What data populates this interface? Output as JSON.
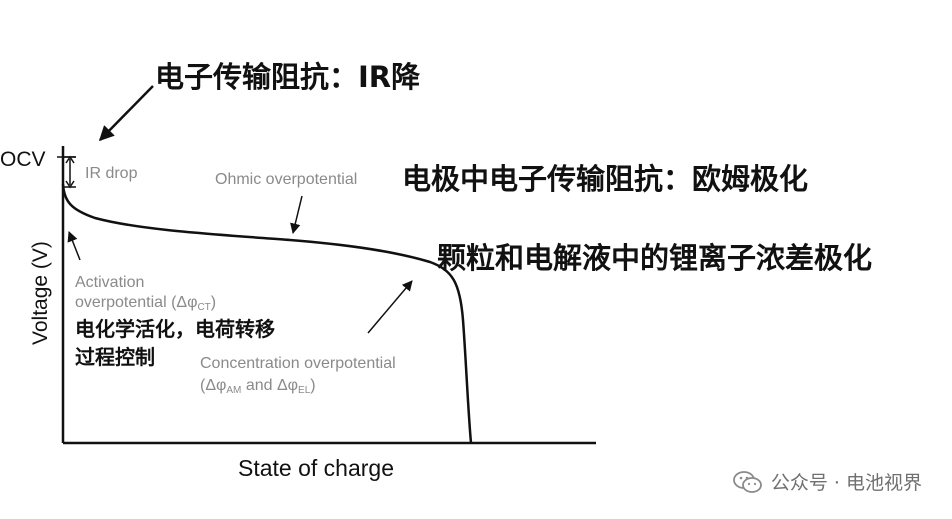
{
  "axes": {
    "ocv_label": "OCV",
    "y_label": "Voltage (V)",
    "x_label": "State of charge"
  },
  "annotations": {
    "ir_drop": "IR drop",
    "ohmic": "Ohmic overpotential",
    "activation_line1": "Activation",
    "activation_line2_prefix": "overpotential (Δφ",
    "activation_line2_sub": "CT",
    "activation_line2_suffix": ")",
    "concentration_line1": "Concentration overpotential",
    "concentration_line2_a": "(Δφ",
    "concentration_line2_sub1": "AM",
    "concentration_line2_b": " and Δφ",
    "concentration_line2_sub2": "EL",
    "concentration_line2_c": ")"
  },
  "chinese_notes": {
    "ir": "电子传输阻抗：IR降",
    "ohmic": "电极中电子传输阻抗：欧姆极化",
    "concentration": "颗粒和电解液中的锂离子浓差极化",
    "activation_line1": "电化学活化，电荷转移",
    "activation_line2": "过程控制"
  },
  "watermark": {
    "icon": "wechat-icon",
    "text": "公众号 · 电池视界"
  },
  "colors": {
    "curve": "#111111",
    "annotation_gray": "#8a8a8a",
    "watermark": "#707070"
  }
}
